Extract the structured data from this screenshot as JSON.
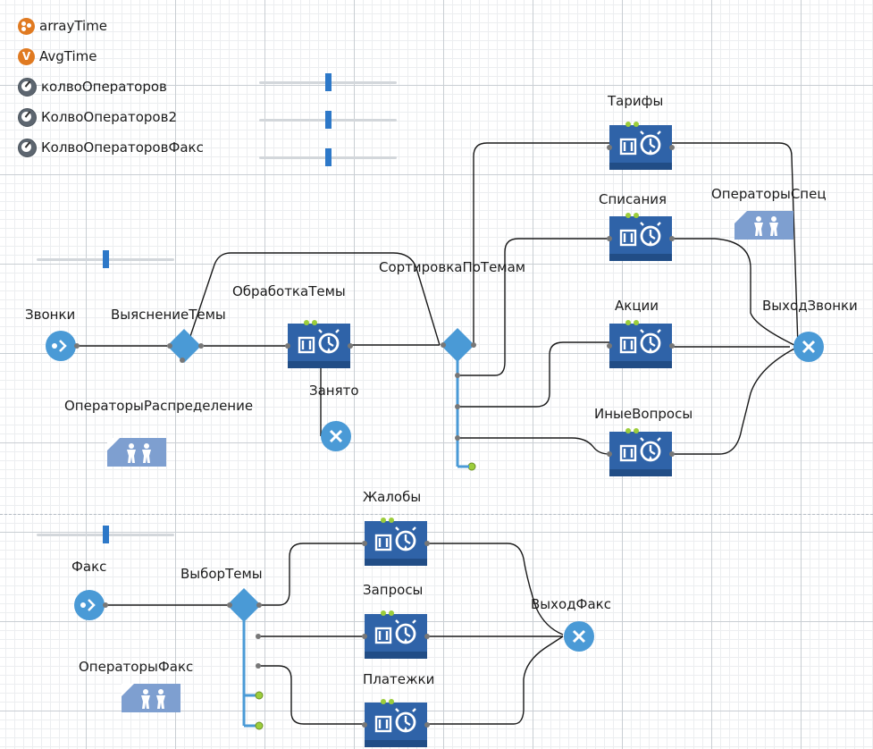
{
  "variables": [
    {
      "icon": "array-icon",
      "label": "arrayTime"
    },
    {
      "icon": "variable-icon",
      "label": "AvgTime",
      "badge": "V"
    },
    {
      "icon": "parameter-icon",
      "label": "колвоОператоров"
    },
    {
      "icon": "parameter-icon",
      "label": "КолвоОператоров2"
    },
    {
      "icon": "parameter-icon",
      "label": "КолвоОператоровФакс"
    }
  ],
  "sliders": [
    {
      "name": "slider-kolvo-operatorov",
      "value": 0.5
    },
    {
      "name": "slider-kolvo-operatorov2",
      "value": 0.5
    },
    {
      "name": "slider-kolvo-operatorov-faks",
      "value": 0.5
    },
    {
      "name": "slider-calls",
      "value": 0.5
    },
    {
      "name": "slider-fax",
      "value": 0.5
    }
  ],
  "calls": {
    "source": "Звонки",
    "select_topic": "ВыяснениеТемы",
    "processing": "ОбработкаТемы",
    "busy_sink": "Занято",
    "sort_by_topic": "СортировкаПоТемам",
    "services": [
      "Тарифы",
      "Списания",
      "Акции",
      "ИныеВопросы"
    ],
    "exit": "ВыходЗвонки",
    "pool_distribution": "ОператорыРаспределение",
    "pool_special": "ОператорыСпец"
  },
  "fax": {
    "source": "Факс",
    "select_topic": "ВыборТемы",
    "services": [
      "Жалобы",
      "Запросы",
      "Платежки"
    ],
    "exit": "ВыходФакс",
    "pool": "ОператорыФакс"
  },
  "colors": {
    "block": "#2f63a8",
    "block_dark": "#214d86",
    "node": "#4a9ad6",
    "pool": "#7e9fd0",
    "port_green": "#9ccd3b",
    "slider_knob": "#2d78c8",
    "connector": "#1a1a1a"
  }
}
